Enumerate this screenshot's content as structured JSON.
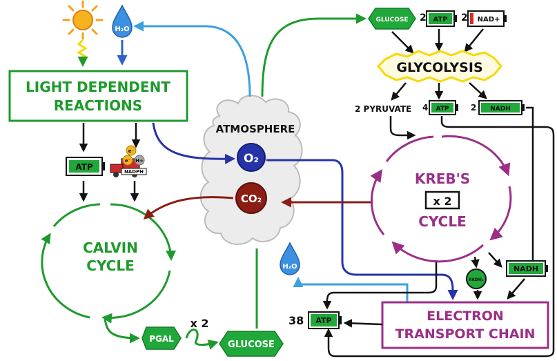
{
  "colors": {
    "green": "#1e9a2c",
    "blue": "#2d63c8",
    "lightblue": "#3aa0e0",
    "darkblue": "#2633a8",
    "darkred": "#8c1d14",
    "purple": "#9b2f86",
    "battery": "#21a83a",
    "yellow": "#f5d90a",
    "sun": "#f3a21c"
  },
  "labels": {
    "h2o": "H₂O",
    "light_dependent_line1": "LIGHT DEPENDENT",
    "light_dependent_line2": "REACTIONS",
    "atp": "ATP",
    "nadph": "NADPH",
    "e": "e⁻",
    "h": "H+",
    "calvin_line1": "CALVIN",
    "calvin_line2": "CYCLE",
    "pgal": "PGAL",
    "x2": "x 2",
    "glucose": "GLUCOSE",
    "atmosphere": "ATMOSPHERE",
    "o2": "O₂",
    "co2": "CO₂",
    "two_a": "2",
    "two_b": "2",
    "nad_plus": "NAD+",
    "glycolysis": "GLYCOLYSIS",
    "two_pyruvate": "2 PYRUVATE",
    "four": "4",
    "two_c": "2",
    "nadh": "NADH",
    "krebs_line1": "KREB'S",
    "krebs_x2": "x 2",
    "krebs_line3": "CYCLE",
    "fadh2": "FADH₂",
    "thirty_eight": "38",
    "etc_line1": "ELECTRON",
    "etc_line2": "TRANSPORT CHAIN"
  }
}
